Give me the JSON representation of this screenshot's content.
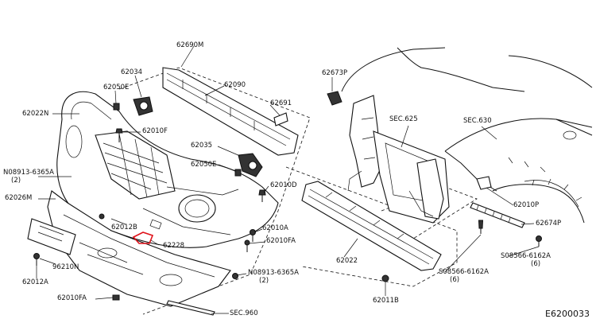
{
  "diagram": {
    "reference_code": "E6200033",
    "labels": {
      "l62690M": "62690M",
      "l62034": "62034",
      "l62090": "62090",
      "l62050E_top": "62050E",
      "l62691": "62691",
      "l62022N": "62022N",
      "l62010F": "62010F",
      "l62035": "62035",
      "l62050E_mid": "62050E",
      "l08913_a": "N08913-6365A",
      "l08913_a_qty": "(2)",
      "l62026M": "62026M",
      "l62010D": "62010D",
      "l62012B": "62012B",
      "l62010A": "62010A",
      "l62228": "62228",
      "l62010FA_right": "62010FA",
      "l96210N": "96210N",
      "l62012A": "62012A",
      "l08913_b": "N08913-6365A",
      "l08913_b_qty": "(2)",
      "l62010FA_bottom": "62010FA",
      "lSEC960": "SEC.960",
      "l62673P": "62673P",
      "lSEC625": "SEC.625",
      "lSEC630": "SEC.630",
      "l62022": "62022",
      "l62011B": "62011B",
      "l62010P": "62010P",
      "l62674P": "62674P",
      "l08566_a": "S08566-6162A",
      "l08566_a_qty": "(6)",
      "l08566_b": "S08566-6162A",
      "l08566_b_qty": "(6)"
    }
  }
}
